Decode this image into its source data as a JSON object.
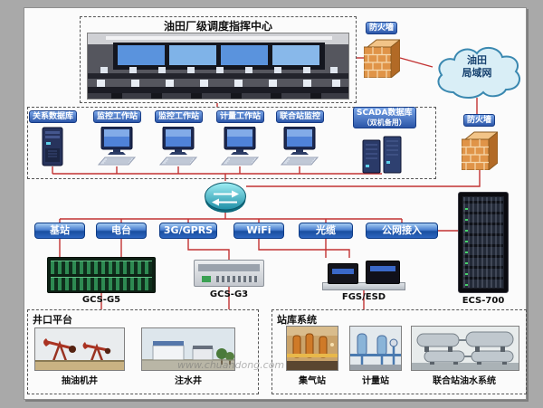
{
  "control_center": {
    "title": "油田厂级调度指挥中心"
  },
  "firewall_top": {
    "label": "防火墙"
  },
  "firewall_right": {
    "label": "防火墙"
  },
  "cloud": {
    "line1": "油田",
    "line2": "局域网"
  },
  "workstations": {
    "items": [
      {
        "label": "关系数据库"
      },
      {
        "label": "监控工作站"
      },
      {
        "label": "监控工作站"
      },
      {
        "label": "计量工作站"
      },
      {
        "label": "联合站监控"
      },
      {
        "label": "SCADA数据库",
        "sublabel": "（双机备用）"
      }
    ]
  },
  "network": {
    "links": [
      {
        "label": "基站"
      },
      {
        "label": "电台"
      },
      {
        "label": "3G/GPRS"
      },
      {
        "label": "WiFi"
      },
      {
        "label": "光缆"
      },
      {
        "label": "公网接入"
      }
    ]
  },
  "devices": [
    {
      "label": "GCS-G5"
    },
    {
      "label": "GCS-G3"
    },
    {
      "label": "FGS/ESD"
    },
    {
      "label": "ECS-700"
    }
  ],
  "wellhead": {
    "title": "井口平台",
    "items": [
      {
        "label": "抽油机井"
      },
      {
        "label": "注水井"
      }
    ]
  },
  "station": {
    "title": "站库系统",
    "items": [
      {
        "label": "集气站"
      },
      {
        "label": "计量站"
      },
      {
        "label": "联合站油水系统"
      }
    ]
  },
  "watermark": "www.chuandong.com",
  "colors": {
    "line": "#c23232",
    "pill_blue": "#2a55a8",
    "button_blue": "#1a4fa0",
    "firewall_orange": "#e09448",
    "cloud_fill": "#d9eef6"
  }
}
